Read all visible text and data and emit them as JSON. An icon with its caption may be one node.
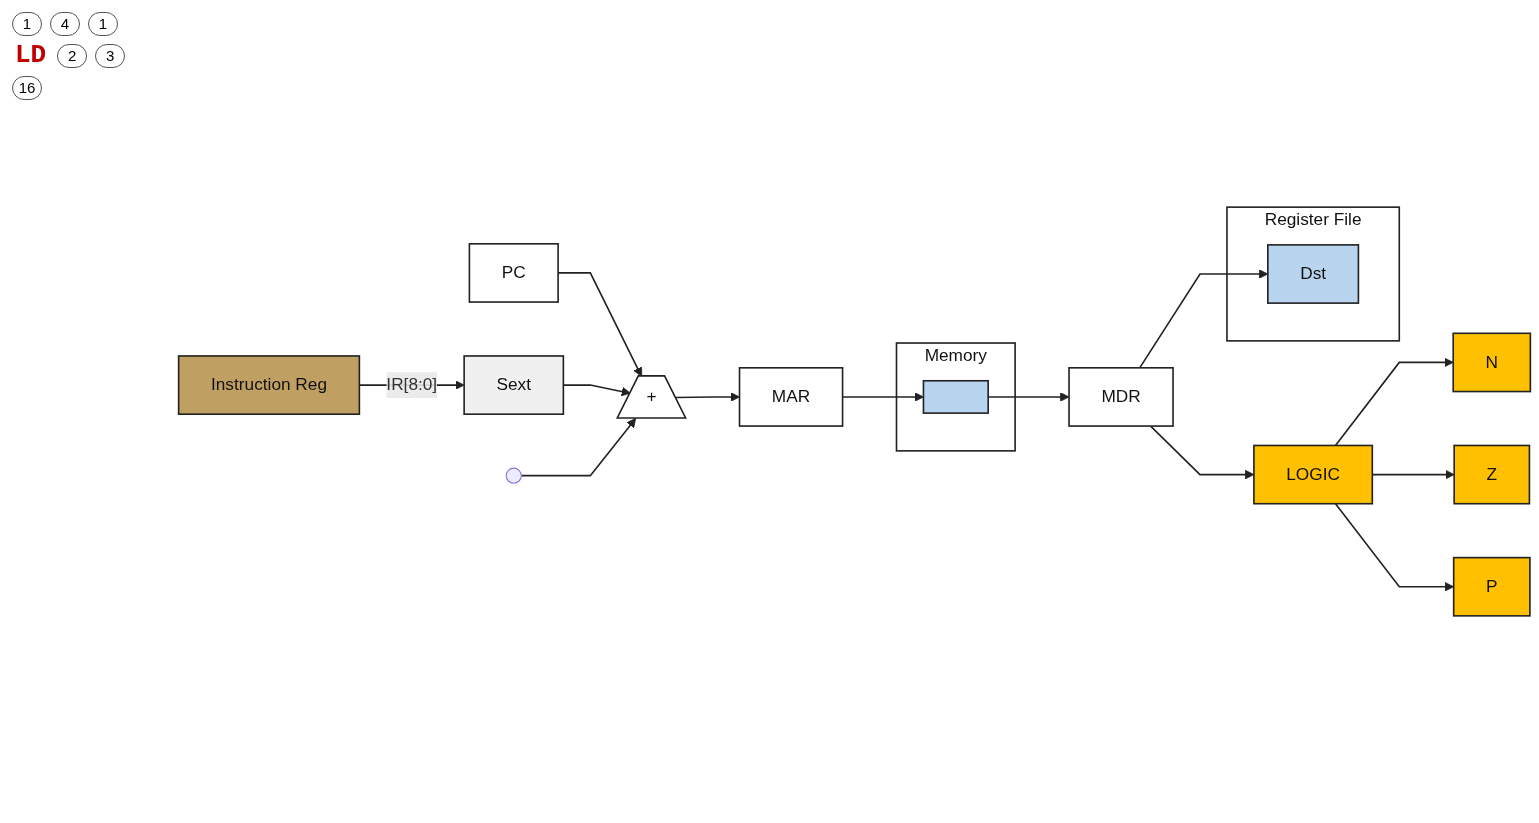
{
  "diagram": {
    "nodes": [
      {
        "text": [
          "PC"
        ]
      },
      {
        "text": [
          "Register File"
        ]
      },
      {
        "text": [
          "Dst"
        ],
        "in": 1
      },
      {
        "text": [
          "Memory"
        ]
      },
      {
        "text": [],
        "shape": "bar",
        "in": 3
      },
      {
        "text": [
          "Sext"
        ]
      },
      {
        "text": [
          "Instruction Reg"
        ]
      },
      {
        "text": [
          "+"
        ]
      },
      {
        "text": [
          "MAR"
        ]
      },
      {
        "text": [
          "MDR"
        ]
      },
      {
        "text": [
          "N"
        ]
      },
      {
        "text": [
          "Z"
        ]
      },
      {
        "text": [
          "P"
        ]
      },
      {
        "text": [
          "LOGIC"
        ]
      }
    ],
    "edges": [
      {
        "from": 0,
        "to": 7,
        "arrow": "to"
      },
      {
        "from": 6,
        "to": 5,
        "arrow": "to",
        "label": "IR[8:0]"
      },
      {
        "from": 5,
        "to": 7,
        "arrow": "to"
      },
      {
        "from": null,
        "to": 7,
        "arrow": "to"
      },
      {
        "from": 7,
        "to": 8,
        "arrow": "to"
      },
      {
        "from": 8,
        "to": 4,
        "arrow": "to"
      },
      {
        "from": 4,
        "to": 9,
        "arrow": "to"
      },
      {
        "from": 9,
        "to": 2,
        "arrow": "to"
      },
      {
        "from": 9,
        "to": 13,
        "arrow": "to"
      },
      {
        "from": 13,
        "to": 10,
        "arrow": "to"
      },
      {
        "from": 13,
        "to": 11,
        "arrow": "to"
      },
      {
        "from": 13,
        "to": 12,
        "arrow": "to"
      }
    ],
    "labels": [
      "1",
      "4",
      "1",
      "LD",
      "2",
      "3",
      "16"
    ]
  }
}
